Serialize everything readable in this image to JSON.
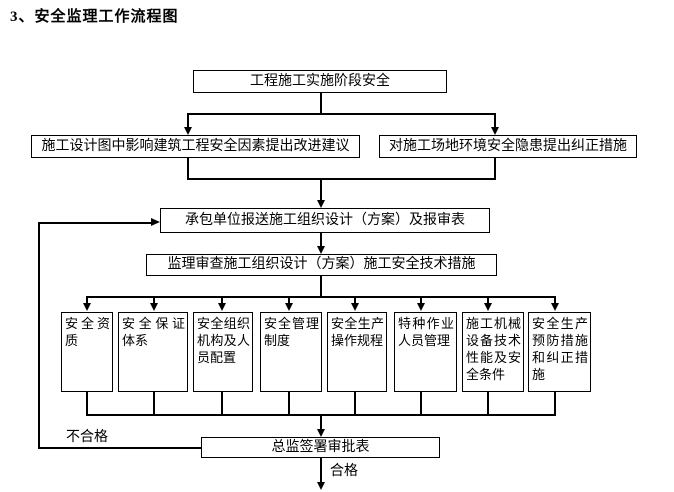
{
  "page_title": "3、安全监理工作流程图",
  "flow": {
    "stage_box": "工程施工实施阶段安全",
    "design_box": "施工设计图中影响建筑工程安全因素提出改进建议",
    "site_box": "对施工场地环境安全隐患提出纠正措施",
    "submit_box": "承包单位报送施工组织设计（方案）及报审表",
    "review_box": "监理审查施工组织设计（方案）施工安全技术措施",
    "check_boxes": [
      "安全资质",
      "安全保证体系",
      "安全组织机构及人员配置",
      "安全管理制度",
      "安全生产操作规程",
      "特种作业人员管理",
      "施工机械设备技术性能及安全条件",
      "安全生产预防措施和纠正措施"
    ],
    "approve_box": "总监签署审批表",
    "fail_label": "不合格",
    "pass_label": "合格"
  },
  "colors": {
    "background": "#ffffff",
    "line": "#000000",
    "text": "#000000"
  }
}
